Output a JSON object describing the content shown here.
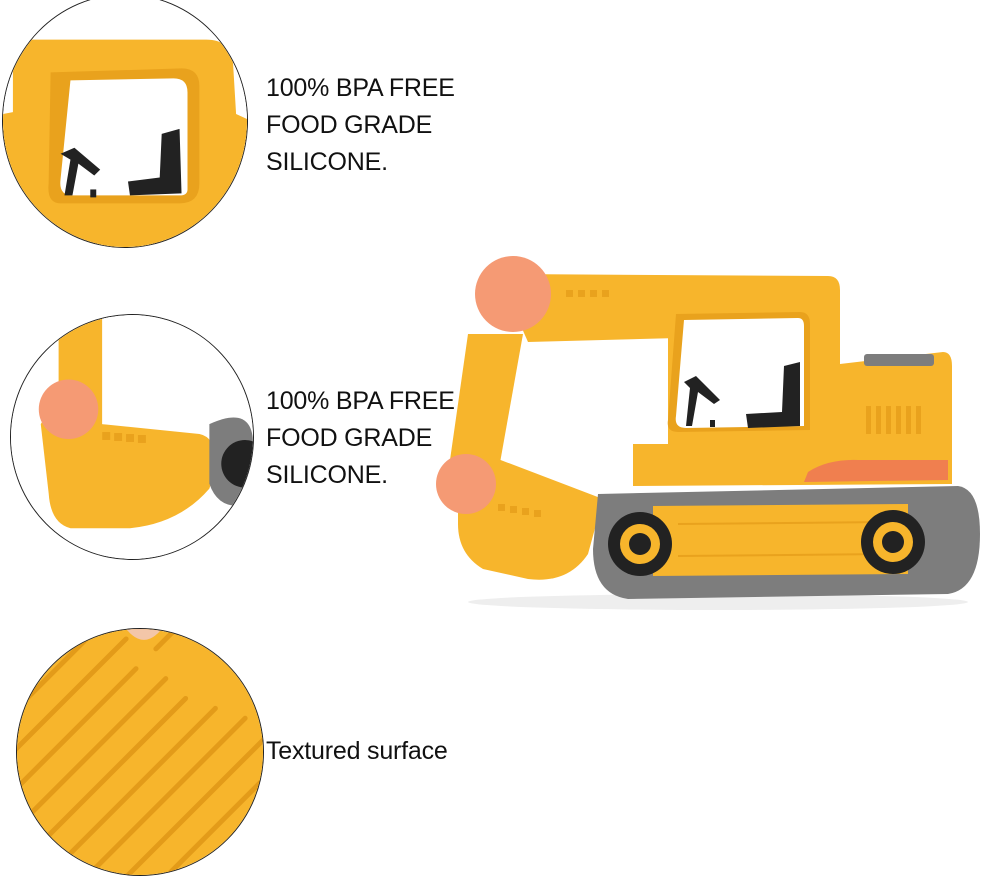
{
  "features": [
    {
      "lines": [
        "100% BPA FREE",
        "FOOD GRADE",
        "SILICONE."
      ]
    },
    {
      "lines": [
        "100% BPA FREE",
        "FOOD GRADE",
        "SILICONE."
      ]
    },
    {
      "lines": [
        "Textured surface"
      ]
    }
  ],
  "colors": {
    "body_yellow": "#f7b52c",
    "edge_yellow": "#e9a21d",
    "joint_peach": "#f59a74",
    "track_gray": "#7d7d7d",
    "tire_black": "#222222",
    "stripe_orange": "#f07f4f"
  }
}
